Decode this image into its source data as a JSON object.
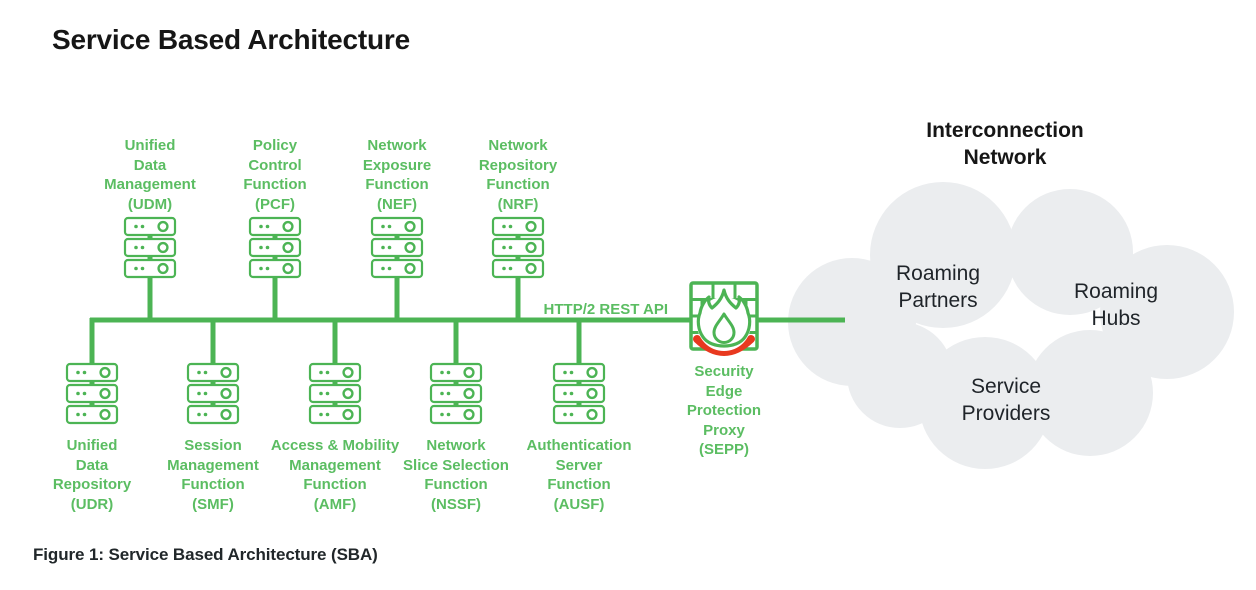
{
  "title": "Service Based Architecture",
  "figure_caption": "Figure 1: Service Based Architecture (SBA)",
  "bus": {
    "api_label": "HTTP/2 REST API"
  },
  "top_functions": [
    {
      "id": "udm",
      "label": "Unified\nData\nManagement\n(UDM)",
      "icon": "server-stack-icon"
    },
    {
      "id": "pcf",
      "label": "Policy\nControl\nFunction\n(PCF)",
      "icon": "server-stack-icon"
    },
    {
      "id": "nef",
      "label": "Network\nExposure\nFunction\n(NEF)",
      "icon": "server-stack-icon"
    },
    {
      "id": "nrf",
      "label": "Network\nRepository\nFunction\n(NRF)",
      "icon": "server-stack-icon"
    }
  ],
  "bottom_functions": [
    {
      "id": "udr",
      "label": "Unified\nData\nRepository\n(UDR)",
      "icon": "server-stack-icon"
    },
    {
      "id": "smf",
      "label": "Session\nManagement\nFunction\n(SMF)",
      "icon": "server-stack-icon"
    },
    {
      "id": "amf",
      "label": "Access & Mobility\nManagement\nFunction\n(AMF)",
      "icon": "server-stack-icon"
    },
    {
      "id": "nssf",
      "label": "Network\nSlice Selection\nFunction\n(NSSF)",
      "icon": "server-stack-icon"
    },
    {
      "id": "ausf",
      "label": "Authentication\nServer\nFunction\n(AUSF)",
      "icon": "server-stack-icon"
    }
  ],
  "sepp": {
    "label": "Security\nEdge\nProtection\nProxy\n(SEPP)",
    "icon": "firewall-flame-icon"
  },
  "cloud": {
    "title": "Interconnection\nNetwork",
    "icon": "cloud-shape",
    "items": [
      {
        "label": "Roaming\nPartners"
      },
      {
        "label": "Roaming\nHubs"
      },
      {
        "label": "Service\nProviders"
      }
    ]
  },
  "colors": {
    "green_line": "#4cb454",
    "green_text": "#5bbd62",
    "red": "#e8391f",
    "cloud_fill": "#ebedef",
    "ink": "#161616",
    "caption_ink": "#21272a"
  }
}
